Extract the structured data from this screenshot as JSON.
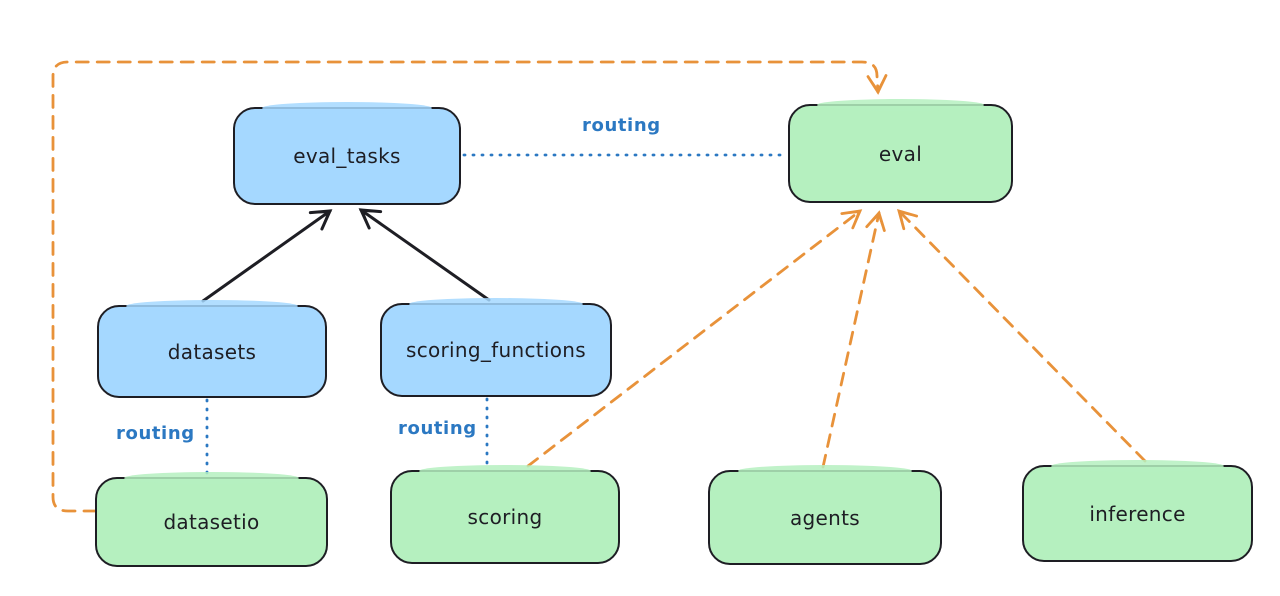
{
  "diagram": {
    "nodes": {
      "eval_tasks": {
        "label": "eval_tasks",
        "fill": "#a5d8ff"
      },
      "eval": {
        "label": "eval",
        "fill": "#b5f0bf"
      },
      "datasets": {
        "label": "datasets",
        "fill": "#a5d8ff"
      },
      "scoring_functions": {
        "label": "scoring_functions",
        "fill": "#a5d8ff"
      },
      "datasetio": {
        "label": "datasetio",
        "fill": "#b5f0bf"
      },
      "scoring": {
        "label": "scoring",
        "fill": "#b5f0bf"
      },
      "agents": {
        "label": "agents",
        "fill": "#b5f0bf"
      },
      "inference": {
        "label": "inference",
        "fill": "#b5f0bf"
      }
    },
    "edges": [
      {
        "from": "datasets",
        "to": "eval_tasks",
        "style": "solid-black-arrow"
      },
      {
        "from": "scoring_functions",
        "to": "eval_tasks",
        "style": "solid-black-arrow"
      },
      {
        "from": "eval_tasks",
        "to": "eval",
        "style": "dotted-blue",
        "label": "routing"
      },
      {
        "from": "datasets",
        "to": "datasetio",
        "style": "dotted-blue",
        "label": "routing"
      },
      {
        "from": "scoring_functions",
        "to": "scoring",
        "style": "dotted-blue",
        "label": "routing"
      },
      {
        "from": "scoring",
        "to": "eval",
        "style": "dashed-orange-arrow"
      },
      {
        "from": "agents",
        "to": "eval",
        "style": "dashed-orange-arrow"
      },
      {
        "from": "inference",
        "to": "eval",
        "style": "dashed-orange-arrow"
      },
      {
        "from": "datasetio",
        "to": "eval",
        "style": "dashed-orange-arrow",
        "route": "around-left-and-top"
      }
    ],
    "colors": {
      "blue_fill": "#a5d8ff",
      "green_fill": "#b5f0bf",
      "node_stroke": "#1e1e24",
      "orange_edge": "#e8923a",
      "routing_blue": "#2b78c2",
      "background": "#ffffff"
    }
  }
}
